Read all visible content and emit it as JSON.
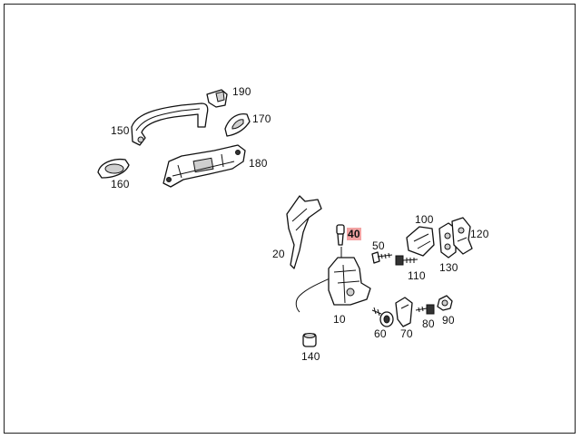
{
  "diagram": {
    "highlight_color": "#f3a3a3",
    "highlighted_part": "40",
    "part_labels": {
      "p190": "190",
      "p150": "150",
      "p170": "170",
      "p180": "180",
      "p160": "160",
      "p100": "100",
      "p40": "40",
      "p120": "120",
      "p50": "50",
      "p20": "20",
      "p110": "110",
      "p130": "130",
      "p10": "10",
      "p60": "60",
      "p70": "70",
      "p80": "80",
      "p90": "90",
      "p140": "140"
    }
  }
}
